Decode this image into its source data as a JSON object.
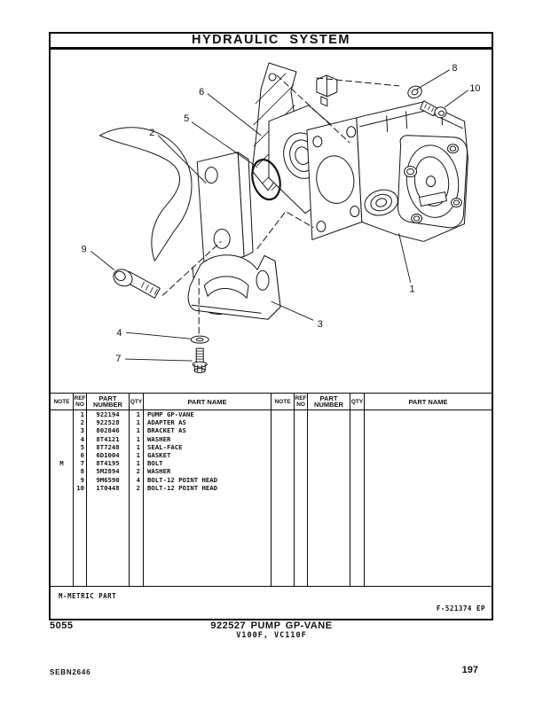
{
  "header": {
    "title": "HYDRAULIC SYSTEM"
  },
  "diagram": {
    "description": "exploded view of vane pump assembly",
    "callouts": [
      "1",
      "2",
      "3",
      "4",
      "5",
      "6",
      "7",
      "8",
      "9",
      "10"
    ]
  },
  "table": {
    "headers": {
      "note": "NOTE",
      "ref": "REF\nNO",
      "part_number": "PART\nNUMBER",
      "qty": "QTY",
      "part_name": "PART NAME"
    },
    "rows": [
      {
        "note": "",
        "ref": "1",
        "part_number": "922194",
        "qty": "1",
        "part_name": "PUMP GP-VANE"
      },
      {
        "note": "",
        "ref": "2",
        "part_number": "922528",
        "qty": "1",
        "part_name": "ADAPTER AS"
      },
      {
        "note": "",
        "ref": "3",
        "part_number": "802846",
        "qty": "1",
        "part_name": "BRACKET AS"
      },
      {
        "note": "",
        "ref": "4",
        "part_number": "8T4121",
        "qty": "1",
        "part_name": "WASHER"
      },
      {
        "note": "",
        "ref": "5",
        "part_number": "8T7248",
        "qty": "1",
        "part_name": "SEAL-FACE"
      },
      {
        "note": "",
        "ref": "6",
        "part_number": "6D1004",
        "qty": "1",
        "part_name": "GASKET"
      },
      {
        "note": "M",
        "ref": "7",
        "part_number": "8T4195",
        "qty": "1",
        "part_name": "BOLT"
      },
      {
        "note": "",
        "ref": "8",
        "part_number": "5M2894",
        "qty": "2",
        "part_name": "WASHER"
      },
      {
        "note": "",
        "ref": "9",
        "part_number": "9M6590",
        "qty": "4",
        "part_name": "BOLT-12 POINT HEAD"
      },
      {
        "note": "",
        "ref": "10",
        "part_number": "1T0448",
        "qty": "2",
        "part_name": "BOLT-12 POINT HEAD"
      }
    ]
  },
  "footnotes": {
    "metric_note": "M-METRIC PART",
    "form_code": "F-521374 EP"
  },
  "footer": {
    "section_number": "5055",
    "assembly_title": "922527 PUMP GP-VANE",
    "models": "V100F, VC110F",
    "document_number": "SEBN2646",
    "page_number": "197"
  }
}
